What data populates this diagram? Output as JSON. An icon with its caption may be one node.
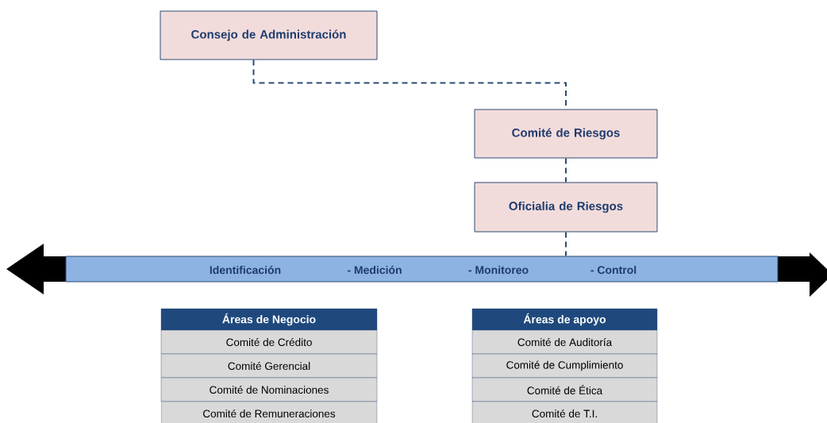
{
  "diagram": {
    "nodes": [
      {
        "text": [
          "Consejo de Administración"
        ]
      },
      {
        "text": [
          "Comité de Riesgos"
        ]
      },
      {
        "text": [
          "Oficialia de Riesgos"
        ]
      },
      {
        "text": [
          "Identificación",
          "- Medición",
          "- Monitoreo",
          "- Control"
        ]
      },
      {
        "text": [
          "Áreas de Negocio",
          "Comité de Crédito",
          "Comité Gerencial",
          "Comité de Nominaciones",
          "Comité de Remuneraciones"
        ]
      },
      {
        "text": [
          "Áreas de apoyo",
          "Comité de Auditoría",
          "Comité de Cumplimiento",
          "Comité de Ética",
          "Comité de T.I."
        ]
      }
    ],
    "edges": [
      {
        "from": 0,
        "to": 1,
        "arrow": "none",
        "style": "dashed"
      },
      {
        "from": 1,
        "to": 2,
        "arrow": "none",
        "style": "dashed"
      },
      {
        "from": 2,
        "to": 3,
        "arrow": "none",
        "style": "dashed"
      }
    ]
  }
}
